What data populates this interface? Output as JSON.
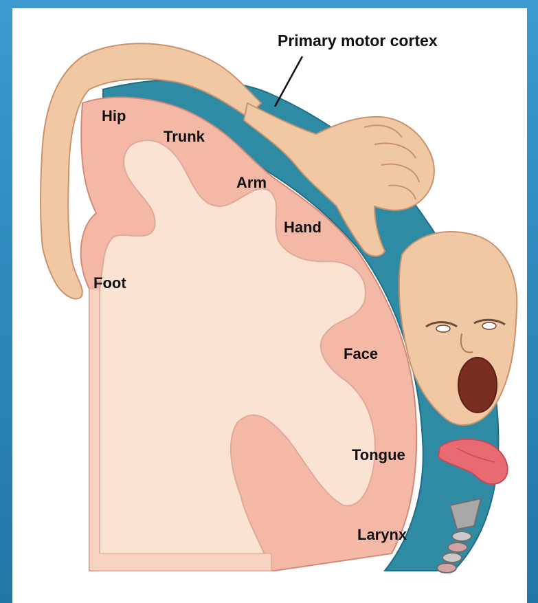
{
  "title": "Primary motor cortex",
  "labels": {
    "hip": "Hip",
    "trunk": "Trunk",
    "arm": "Arm",
    "hand": "Hand",
    "foot": "Foot",
    "face": "Face",
    "tongue": "Tongue",
    "larynx": "Larynx"
  },
  "colors": {
    "frame": "#2e86b8",
    "cortex_blue": "#2f8aa3",
    "brain_pink": "#f3b8a6",
    "white_matter": "#fbe3d4",
    "skin": "#f0c8a4",
    "tongue": "#e86a72"
  }
}
